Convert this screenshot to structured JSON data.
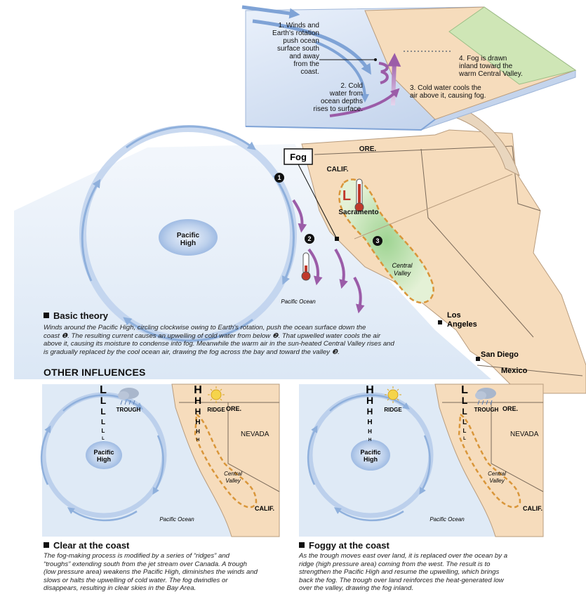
{
  "colors": {
    "ocean": "#dfeaf6",
    "land": "#f6dcbc",
    "valley": "#bfe3b4",
    "arrow_blue": "#8fb0dc",
    "arrow_purple": "#9b5ca8",
    "dash_orange": "#d9963a",
    "border": "#7a6a5a"
  },
  "inset": {
    "step1": [
      "1. Winds and",
      "Earth's rotation",
      "push ocean",
      "surface south",
      "and away",
      "from the",
      "coast."
    ],
    "step2": [
      "2. Cold",
      "water from",
      "ocean depths",
      "rises to surface."
    ],
    "step3": [
      "3. Cold water cools the",
      "air above it, causing fog."
    ],
    "step4": [
      "4. Fog is drawn",
      "inland toward the",
      "warm Central Valley."
    ]
  },
  "main_map": {
    "fog_label": "Fog",
    "ore": "ORE.",
    "calif": "CALIF.",
    "low_letter": "L",
    "sacramento": "Sacramento",
    "central_valley": [
      "Central",
      "Valley"
    ],
    "pacific_high": [
      "Pacific",
      "High"
    ],
    "pacific_ocean": "Pacific Ocean",
    "los_angeles": [
      "Los",
      "Angeles"
    ],
    "san_diego": "San Diego",
    "mexico": "Mexico",
    "markers": [
      "1",
      "2",
      "3"
    ]
  },
  "basic_theory": {
    "heading": "Basic theory",
    "lines": [
      "Winds around the Pacific High, circling clockwise owing to Earth's rotation, push the ocean surface down the",
      "coast ❶. The resulting current causes an upwelling of cold water from below ❷. That upwelled water cools the air",
      "above it, causing its moisture to condense into fog. Meanwhile the warm air in the sun-heated Central Valley rises and",
      "is gradually replaced by the cool ocean air, drawing the fog across the bay and toward the valley ❸."
    ]
  },
  "other_influences": "OTHER INFLUENCES",
  "panel_left": {
    "trough": "TROUGH",
    "ridge": "RIDGE",
    "ore": "ORE.",
    "nevada": "NEVADA",
    "calif": "CALIF.",
    "pacific_high": [
      "Pacific",
      "High"
    ],
    "pacific_ocean": "Pacific Ocean",
    "central_valley": [
      "Central",
      "Valley"
    ],
    "l_column": [
      "L",
      "L",
      "L",
      "L",
      "L",
      "L"
    ],
    "h_column": [
      "H",
      "H",
      "H",
      "H",
      "H",
      "H"
    ],
    "heading": "Clear at the coast",
    "lines": [
      "The fog-making process is modified by a series of “ridges” and",
      "“troughs” extending south from the jet stream over Canada. A trough",
      "(low pressure area) weakens the Pacific High, diminishes the winds and",
      "slows or halts the upwelling of cold water. The fog dwindles or",
      "disappears, resulting in clear skies in the Bay Area."
    ]
  },
  "panel_right": {
    "ridge": "RIDGE",
    "trough": "TROUGH",
    "ore": "ORE.",
    "nevada": "NEVADA",
    "calif": "CALIF.",
    "pacific_high": [
      "Pacific",
      "High"
    ],
    "pacific_ocean": "Pacific Ocean",
    "central_valley": [
      "Central",
      "Valley"
    ],
    "h_column": [
      "H",
      "H",
      "H",
      "H",
      "H",
      "H"
    ],
    "l_column": [
      "L",
      "L",
      "L",
      "L",
      "L",
      "L"
    ],
    "heading": "Foggy at the coast",
    "lines": [
      "As the trough moves east over land, it is replaced over the ocean by a",
      "ridge (high pressure area) coming from the west. The result is to",
      "strengthen the Pacific High and resume the upwelling, which brings",
      "back the fog. The trough over land reinforces the heat-generated low",
      "over the valley, drawing the fog inland."
    ]
  }
}
